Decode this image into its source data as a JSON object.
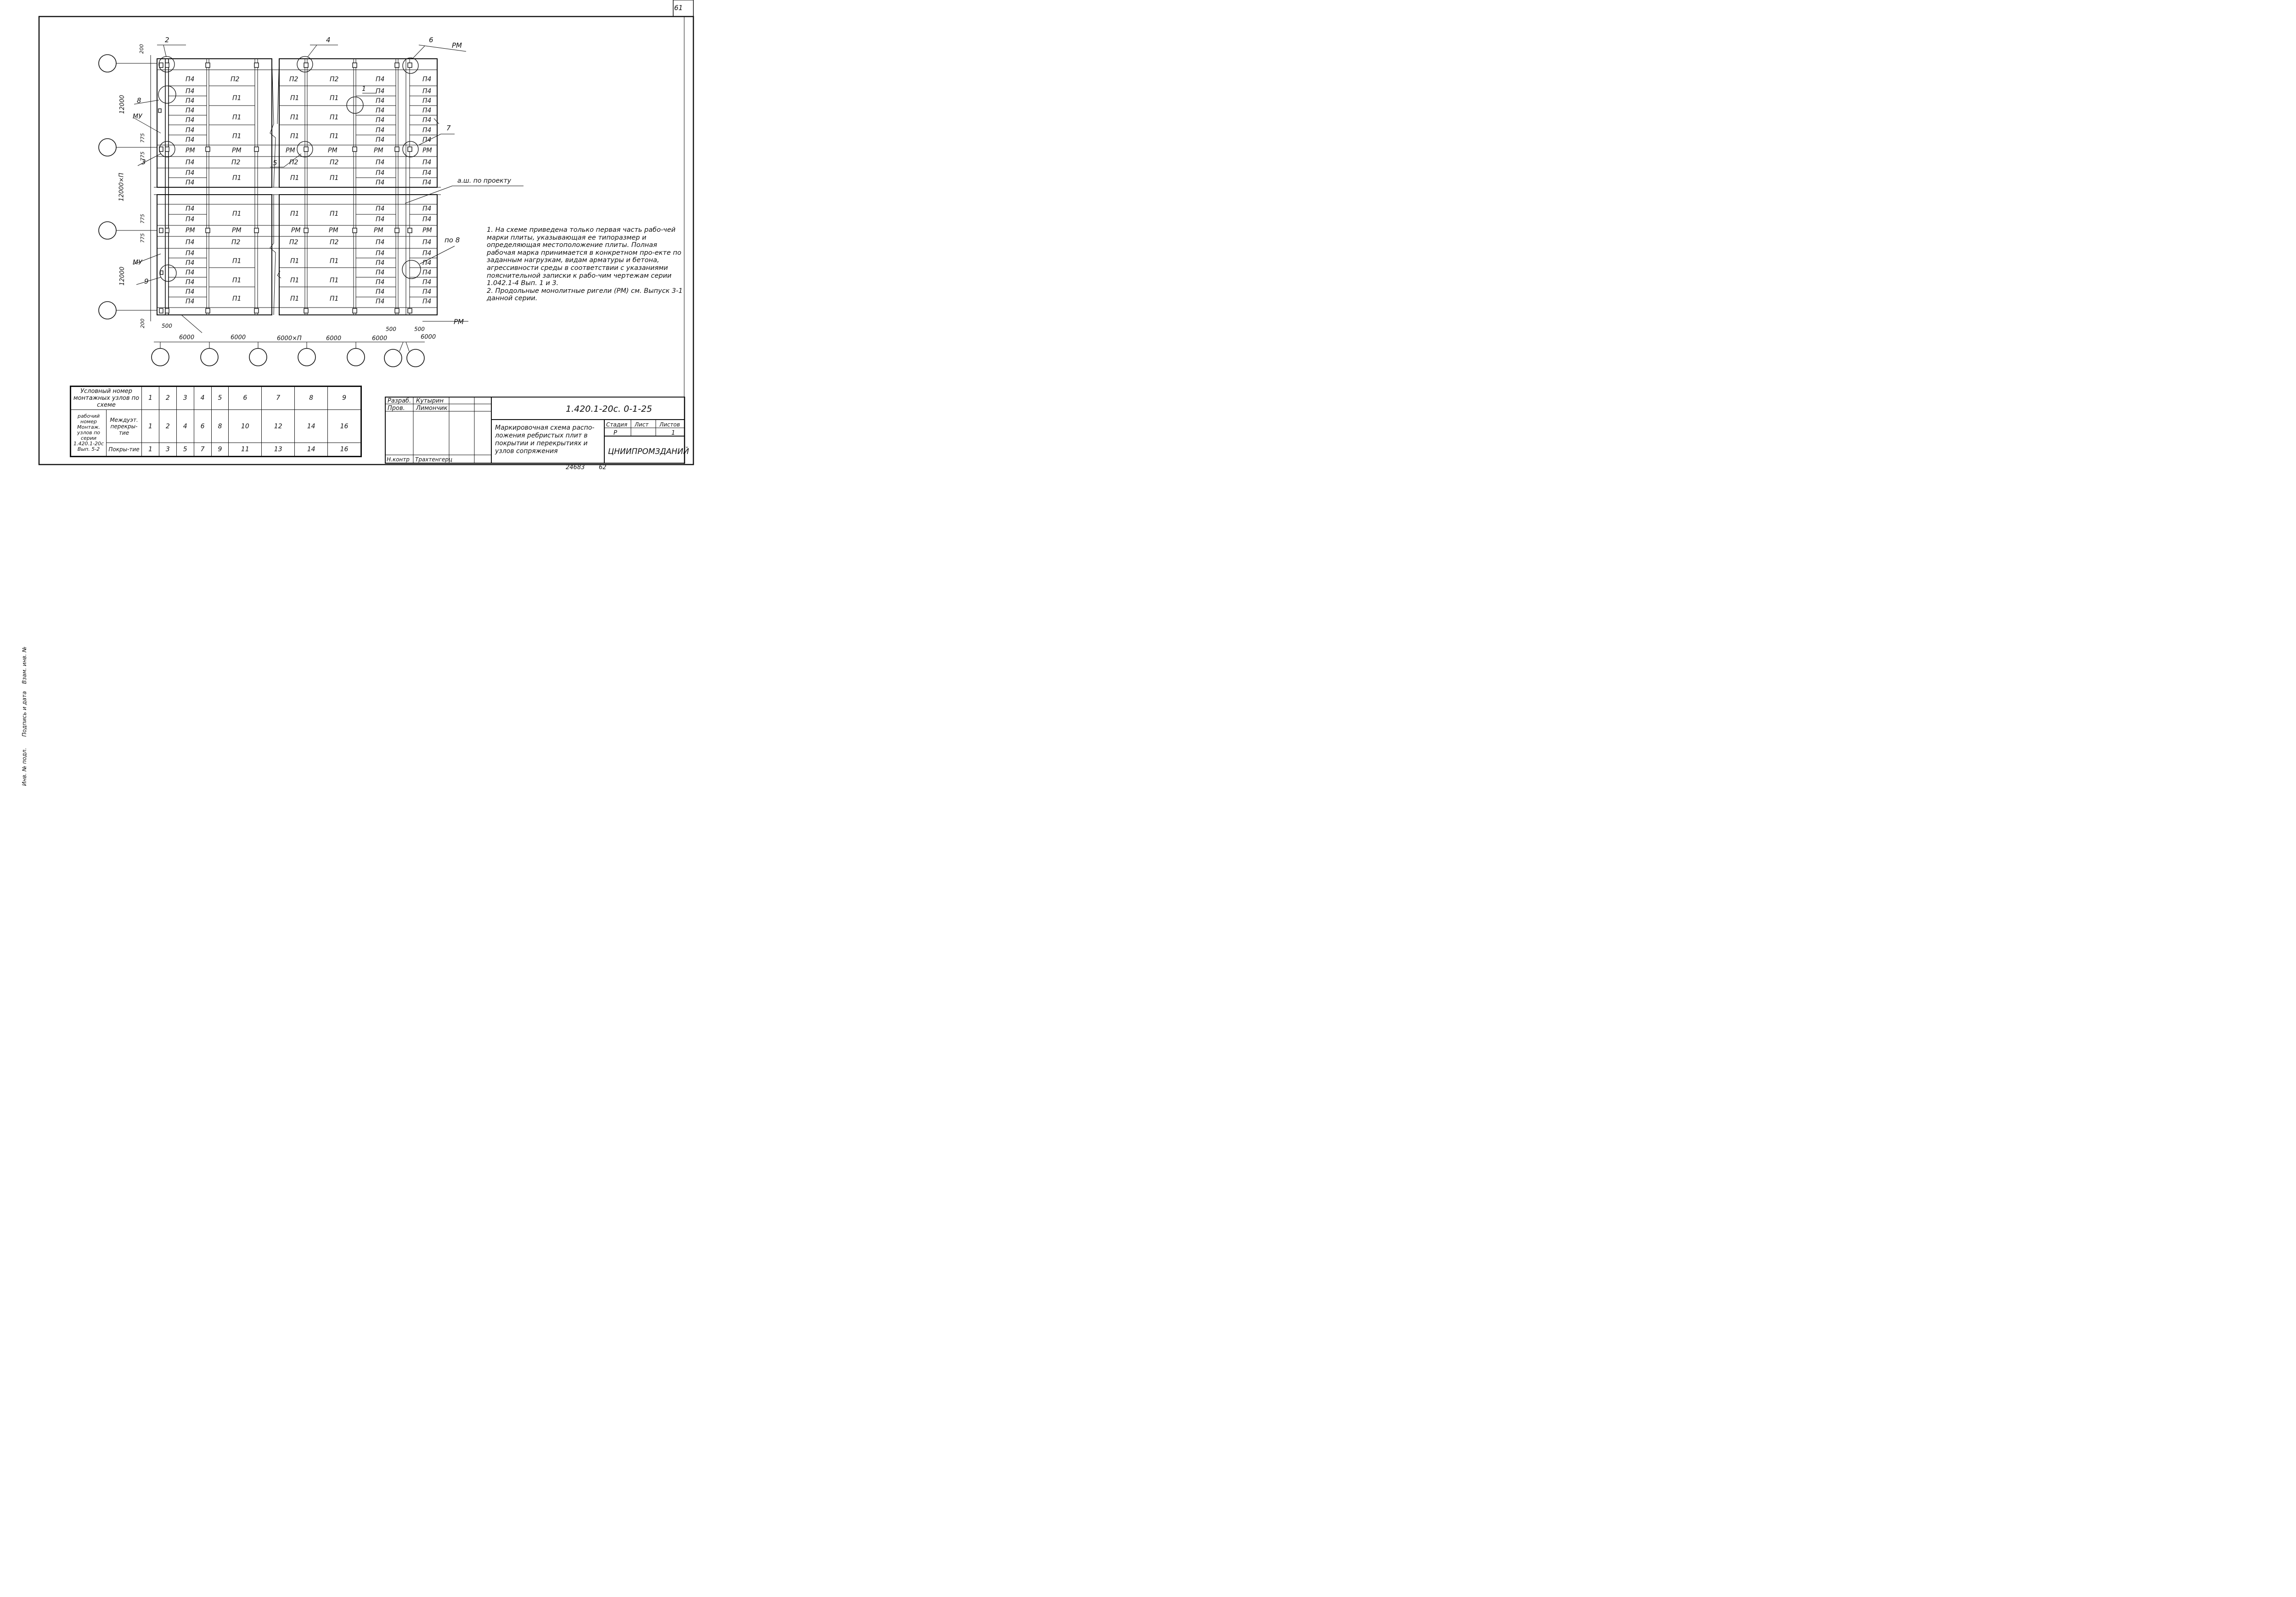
{
  "sheet": {
    "number": "61",
    "footer_number": "24683",
    "footer_page": "62"
  },
  "drawing": {
    "top_callouts": [
      "2",
      "4",
      "6"
    ],
    "rm_label": "РМ",
    "mu_label": "МУ",
    "side_callouts": {
      "n8": "8",
      "n3": "3",
      "n9": "9",
      "n5": "5",
      "n7": "7",
      "n1": "1",
      "to8": "по 8"
    },
    "axis_note": "а.ш. по проекту",
    "dims_vertical": {
      "top_200": "200",
      "d12000a": "12000",
      "d775a": "775",
      "d775b": "775",
      "d12000n": "12000×П",
      "d775c": "775",
      "d775d": "775",
      "d12000b": "12000",
      "bottom_200": "200"
    },
    "dims_horizontal": {
      "d500": "500",
      "d6000_1": "6000",
      "d6000_2": "6000",
      "d6000n": "6000×П",
      "d6000_3": "6000",
      "d6000_4": "6000",
      "d500b": "500",
      "d500c": "500",
      "d6000_5": "6000"
    },
    "slabs": {
      "p1": "П1",
      "p2": "П2",
      "p4": "П4",
      "rm": "РМ"
    }
  },
  "notes": [
    "1. На схеме приведена только первая часть рабо-чей марки плиты, указывающая ее типоразмер и определяющая местоположение плиты. Полная рабочая марка принимается в конкретном про-екте по заданным нагрузкам, видам арматуры и бетона, агрессивности среды в соответствии с указаниями пояснительной записки к рабо-чим чертежам серии 1.042.1-4 Вып. 1 и 3.",
    "2. Продольные монолитные ригели (РМ) см. Выпуск 3-1 данной серии."
  ],
  "legend": {
    "header": "Условный номер монтажных узлов по схеме",
    "row_group": "рабочий номер Монтаж. узлов по серии 1.420.1-20с Вып. 5-2",
    "row1_label": "Междуэт. перекры-тие",
    "row2_label": "Покры-тие",
    "scheme_numbers": [
      "1",
      "2",
      "3",
      "4",
      "5",
      "6",
      "7",
      "8",
      "9"
    ],
    "floor_numbers": [
      "1",
      "2",
      "4",
      "6",
      "8",
      "10",
      "12",
      "14",
      "16"
    ],
    "roof_numbers": [
      "1",
      "3",
      "5",
      "7",
      "9",
      "11",
      "13",
      "14",
      "16"
    ]
  },
  "title_block": {
    "developed_label": "Разраб.",
    "developed_name": "Кутырин",
    "checked_label": "Пров.",
    "checked_name": "Лимончик",
    "norm_label": "Н.контр",
    "norm_name": "Трахтенгерц",
    "code": "1.420.1-20с. 0-1-25",
    "title": "Маркировочная схема распо-ложения ребристых плит в покрытии и перекрытиях и узлов сопряжения",
    "stage_label": "Стадия",
    "sheet_label": "Лист",
    "sheets_label": "Листов",
    "stage": "Р",
    "sheets": "1",
    "org": "ЦНИИПРОМЗДАНИЙ"
  },
  "side_stamp": [
    "Инв. № подл.",
    "Подпись и дата",
    "Взам. инв. №"
  ]
}
